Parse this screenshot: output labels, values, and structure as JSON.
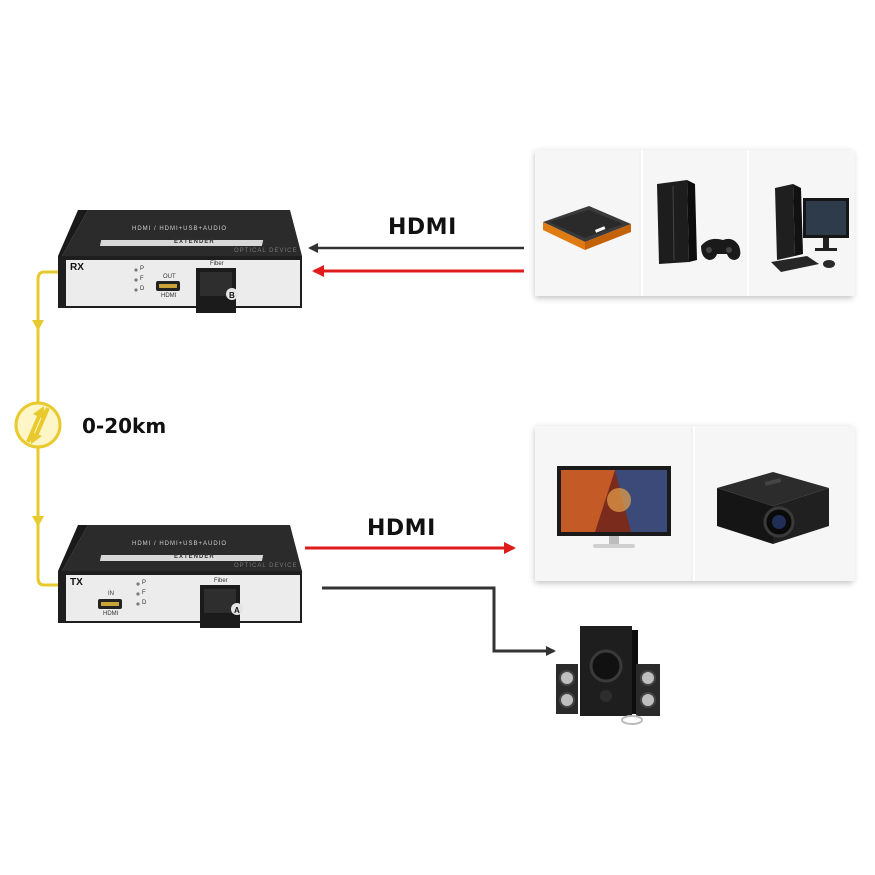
{
  "links": {
    "source_hdmi_label": "HDMI",
    "display_hdmi_label": "HDMI",
    "distance_label": "0-20km"
  },
  "receiver": {
    "device_label": "RX",
    "top_text": "HDMI / HDMI+USB+AUDIO",
    "banner_text": "EXTENDER",
    "small_text": "OPTICAL DEVICE",
    "leds": [
      "P",
      "F",
      "D"
    ],
    "port_top_label": "OUT",
    "port_bottom_label": "HDMI",
    "fiber_label": "Fiber",
    "fiber_badge": "B"
  },
  "transmitter": {
    "device_label": "TX",
    "top_text": "HDMI / HDMI+USB+AUDIO",
    "banner_text": "EXTENDER",
    "small_text": "OPTICAL DEVICE",
    "leds": [
      "P",
      "F",
      "D"
    ],
    "port_top_label": "IN",
    "port_bottom_label": "HDMI",
    "fiber_label": "Fiber",
    "fiber_badge": "A"
  },
  "colors": {
    "signal_red": "#e01b1b",
    "signal_dark": "#333333",
    "fiber_yellow": "#e8c92e",
    "device_body": "#2b2b2b",
    "device_face": "#ececec"
  },
  "icons": {
    "sources": [
      "media-box-icon",
      "game-console-icon",
      "desktop-pc-icon"
    ],
    "displays": [
      "monitor-icon",
      "projector-icon"
    ],
    "audio": "speaker-system-icon"
  }
}
